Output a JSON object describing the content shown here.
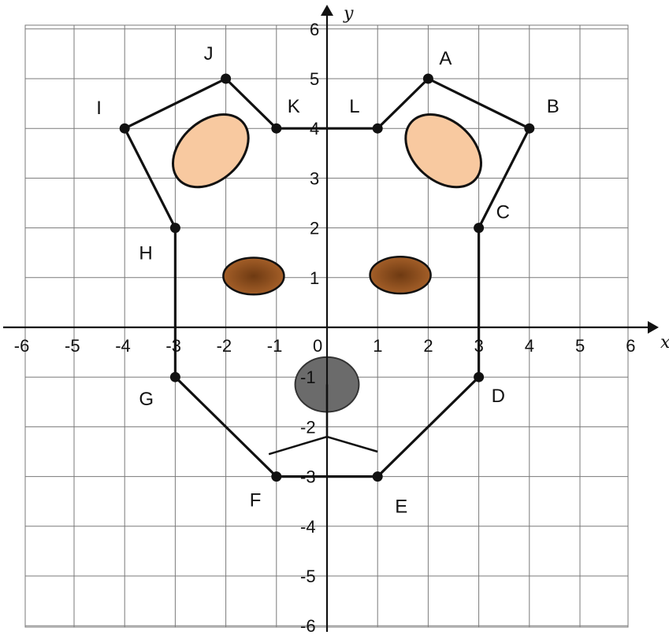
{
  "axes": {
    "x_label": "x",
    "y_label": "y",
    "x_ticks": [
      "-6",
      "-5",
      "-4",
      "-3",
      "-2",
      "-1",
      "0",
      "1",
      "2",
      "3",
      "4",
      "5",
      "6"
    ],
    "y_ticks": [
      "6",
      "5",
      "4",
      "3",
      "2",
      "1",
      "-1",
      "-2",
      "-3",
      "-4",
      "-5",
      "-6"
    ],
    "x_range": [
      -6,
      6
    ],
    "y_range": [
      -6,
      6
    ],
    "grid": true
  },
  "points": [
    {
      "name": "A",
      "x": 2,
      "y": 5
    },
    {
      "name": "B",
      "x": 4,
      "y": 4
    },
    {
      "name": "C",
      "x": 3,
      "y": 2
    },
    {
      "name": "D",
      "x": 3,
      "y": -1
    },
    {
      "name": "E",
      "x": 1,
      "y": -3
    },
    {
      "name": "F",
      "x": -1,
      "y": -3
    },
    {
      "name": "G",
      "x": -3,
      "y": -1
    },
    {
      "name": "H",
      "x": -3,
      "y": 2
    },
    {
      "name": "I",
      "x": -4,
      "y": 4
    },
    {
      "name": "J",
      "x": -2,
      "y": 5
    },
    {
      "name": "K",
      "x": -1,
      "y": 4
    },
    {
      "name": "L",
      "x": 1,
      "y": 4
    }
  ],
  "colors": {
    "ear_inner": "#f8c9a0",
    "eye": "#8b4e1e",
    "nose": "#6b6b6b",
    "grid": "#7a7a7a"
  }
}
